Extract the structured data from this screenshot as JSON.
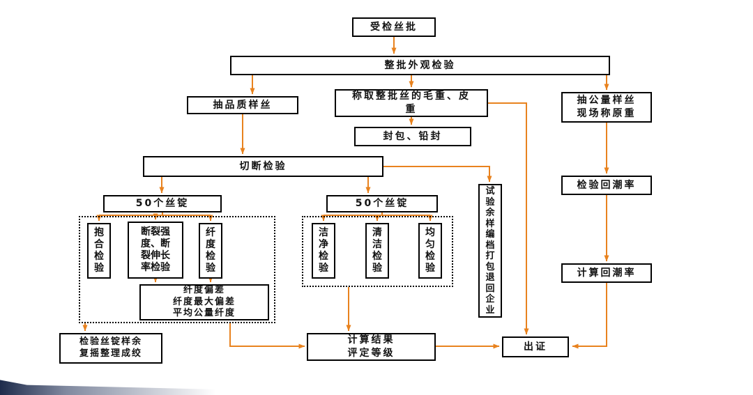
{
  "diagram": {
    "type": "flowchart",
    "language": "zh",
    "subject": "raw-silk batch inspection process"
  },
  "colors": {
    "arrow": "#E8821E",
    "box_border": "#000000",
    "background": "#FFFFFF",
    "corner_decoration": "#122042"
  },
  "nodes": {
    "batch": "受检丝批",
    "appearance": "整批外观检验",
    "quality_sample": "抽品质样丝",
    "weigh": "称取整批丝的毛重、皮重",
    "conditioned_sample": "抽公量样丝\n现场称原重",
    "seal": "封包、铅封",
    "cut": "切断检验",
    "moisture_test": "检验回潮率",
    "spindles_left": "50个丝锭",
    "spindles_mid": "50个丝锭",
    "leftover": "试验余样编档打包退回企业",
    "cohesion": "抱合检验",
    "tensile": "断裂强度、断裂伸长率检验",
    "size": "纤度检验",
    "size_deviation": "纤度偏差\n纤度最大偏差\n平均公量纤度",
    "cleanness": "洁净检验",
    "neatness": "清洁检验",
    "evenness": "均匀检验",
    "moisture_calc": "计算回潮率",
    "rewind": "检验丝锭样余\n复摇整理成绞",
    "result": "计算结果\n评定等级",
    "certificate": "出证"
  }
}
